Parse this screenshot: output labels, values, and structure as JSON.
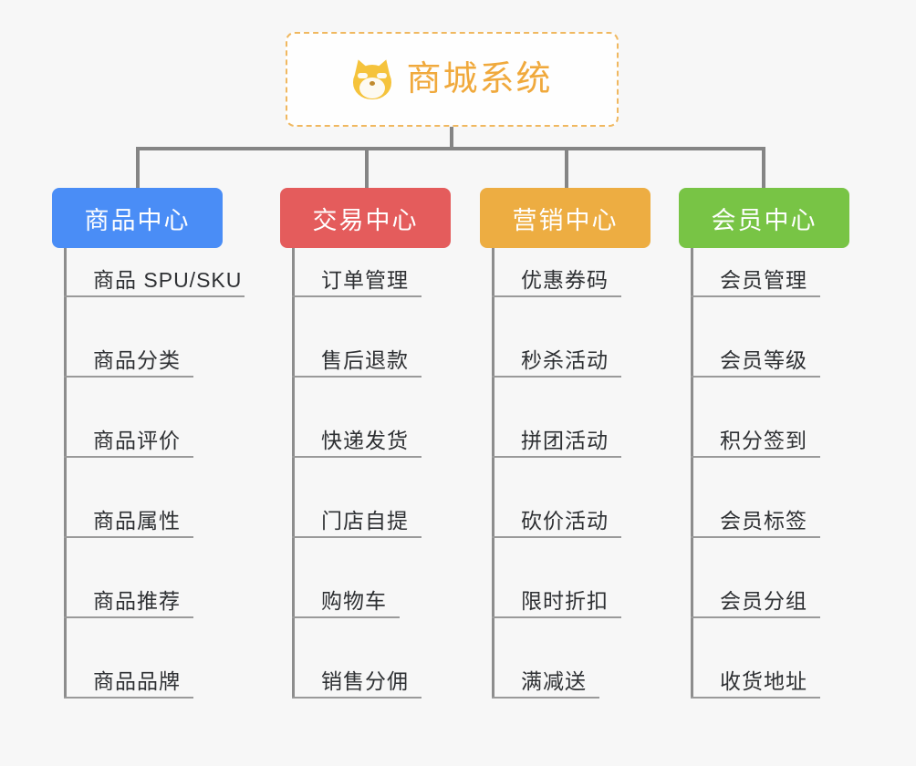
{
  "background_color": "#f7f7f7",
  "root": {
    "title": "商城系统",
    "icon": "dog-face-icon",
    "text_color": "#f0a93c",
    "border_color": "#f0b860",
    "background_color": "#fefefe"
  },
  "connector_color": "#858585",
  "columns": [
    {
      "id": "product-center",
      "header": "商品中心",
      "color": "#4a8df6",
      "items": [
        "商品 SPU/SKU",
        "商品分类",
        "商品评价",
        "商品属性",
        "商品推荐",
        "商品品牌"
      ]
    },
    {
      "id": "trade-center",
      "header": "交易中心",
      "color": "#e45c5c",
      "items": [
        "订单管理",
        "售后退款",
        "快递发货",
        "门店自提",
        "购物车",
        "销售分佣"
      ]
    },
    {
      "id": "marketing-center",
      "header": "营销中心",
      "color": "#edad42",
      "items": [
        "优惠券码",
        "秒杀活动",
        "拼团活动",
        "砍价活动",
        "限时折扣",
        "满减送"
      ]
    },
    {
      "id": "member-center",
      "header": "会员中心",
      "color": "#78c445",
      "items": [
        "会员管理",
        "会员等级",
        "积分签到",
        "会员标签",
        "会员分组",
        "收货地址"
      ]
    }
  ]
}
